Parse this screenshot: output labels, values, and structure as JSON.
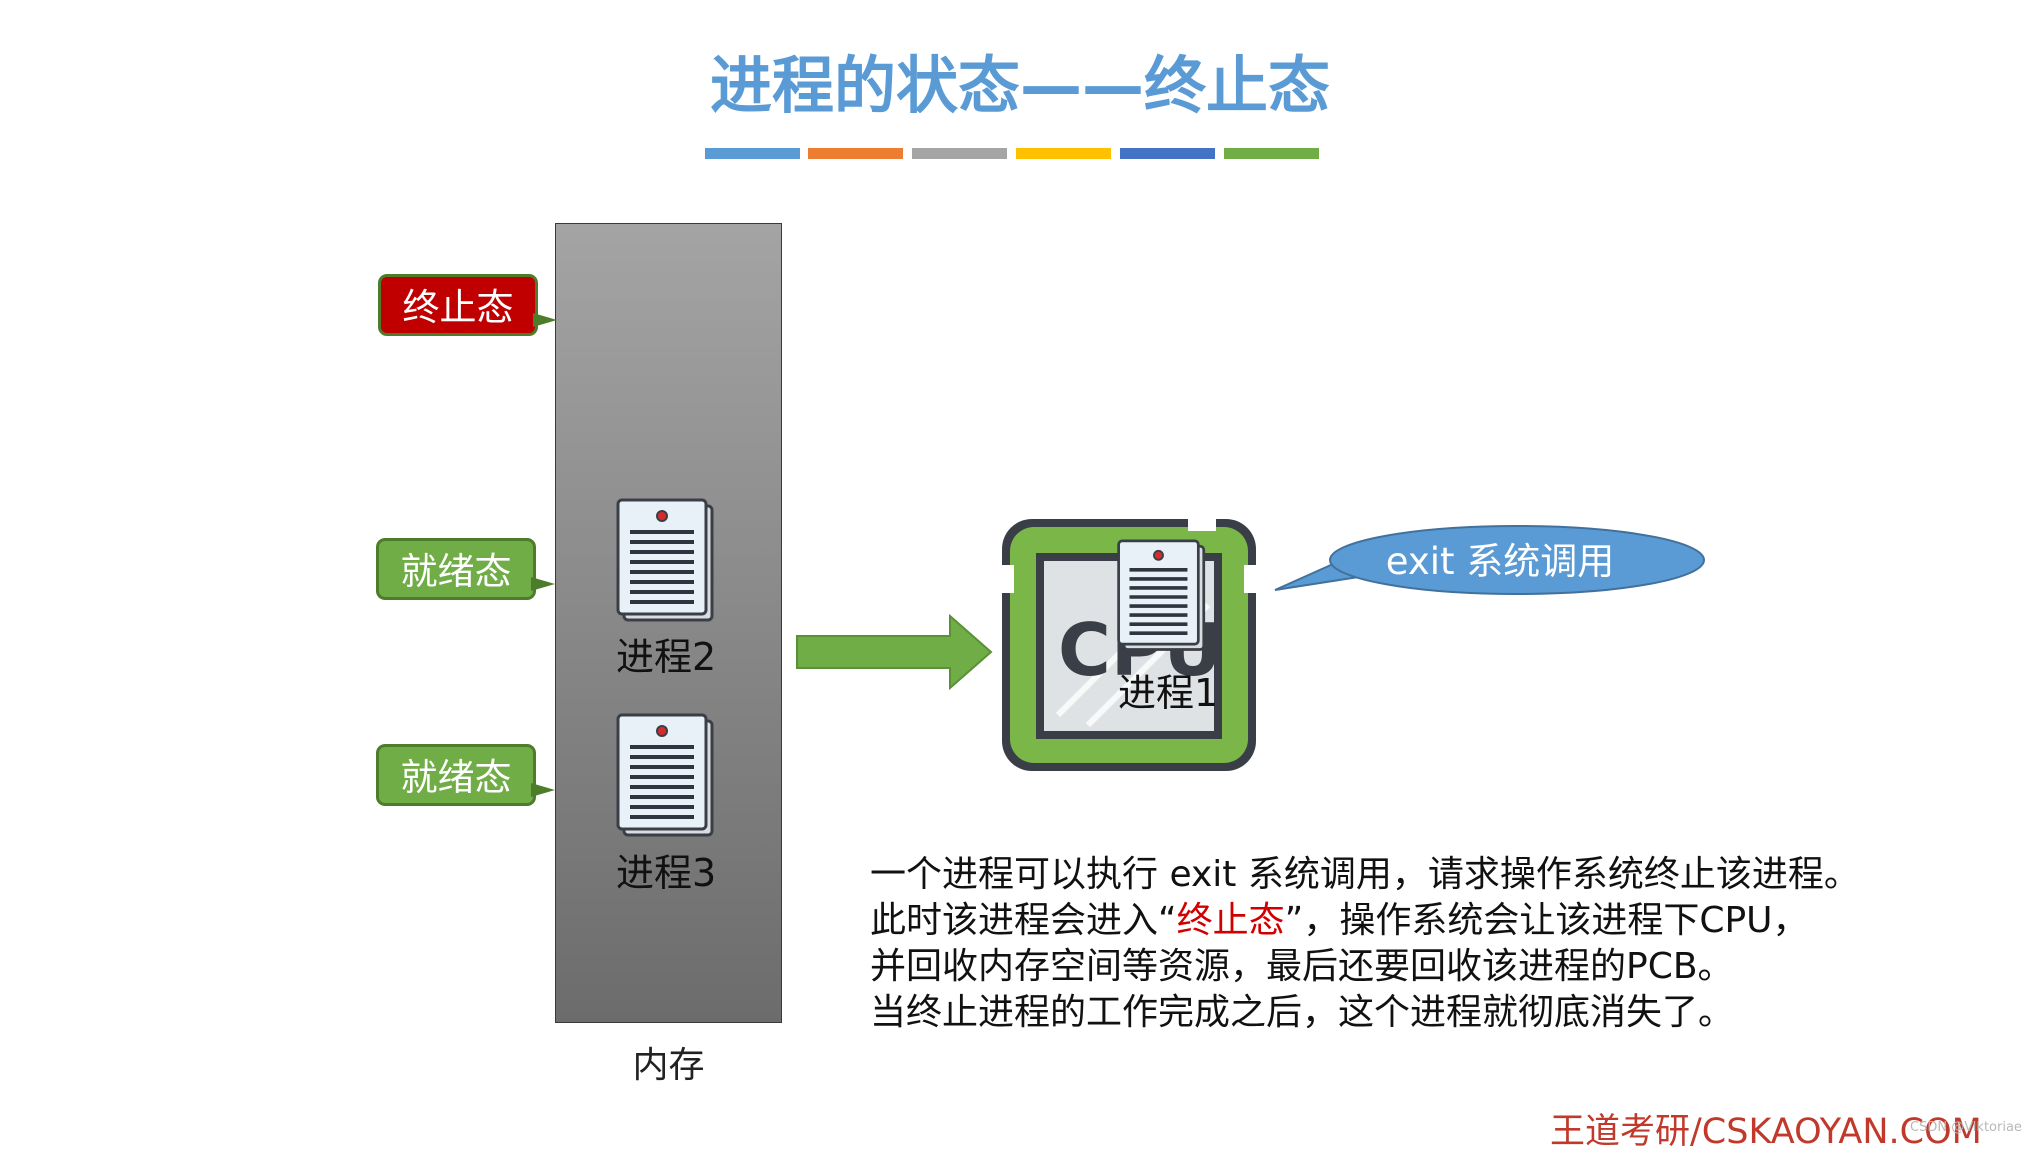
{
  "title": "进程的状态——终止态",
  "title_bar_colors": [
    "#5b9bd5",
    "#ed7d31",
    "#a5a5a5",
    "#ffc000",
    "#4472c4",
    "#70ad47"
  ],
  "memory": {
    "label": "内存"
  },
  "states": [
    {
      "label": "终止态",
      "color": "#c00000"
    },
    {
      "label": "就绪态",
      "color": "#70ad47"
    },
    {
      "label": "就绪态",
      "color": "#70ad47"
    }
  ],
  "processes": [
    {
      "label": "进程2",
      "location": "memory"
    },
    {
      "label": "进程3",
      "location": "memory"
    },
    {
      "label": "进程1",
      "location": "cpu"
    }
  ],
  "cpu": {
    "icon_text": "CPU",
    "frame_color": "#7ab648"
  },
  "exit_call": {
    "label": "exit 系统调用",
    "color": "#5b9bd5"
  },
  "explanation": {
    "line1": "一个进程可以执行 exit 系统调用，请求操作系统终止该进程。",
    "line2_before": "此时该进程会进入“",
    "line2_highlight": "终止态",
    "line2_after": "”，操作系统会让该进程下CPU，",
    "line3": "并回收内存空间等资源，最后还要回收该进程的PCB。",
    "line4": "当终止进程的工作完成之后，这个进程就彻底消失了。"
  },
  "watermark": "王道考研/CSKAOYAN.COM",
  "credit": "CSDN @Viktoriae"
}
